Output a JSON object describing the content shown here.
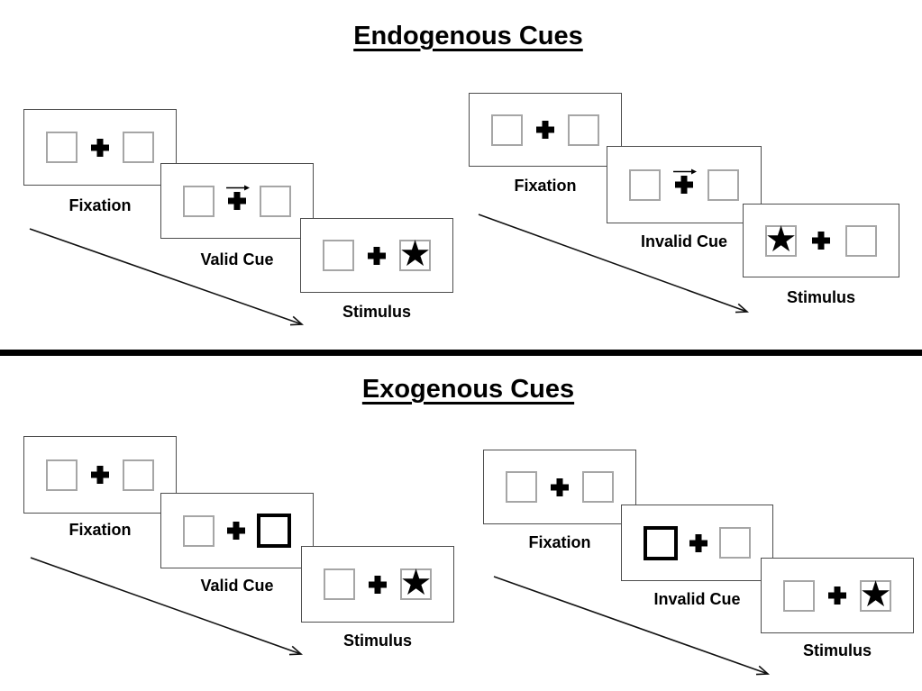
{
  "diagram_type": "Posner spatial cueing paradigm",
  "glyphs": {
    "star": "★",
    "cross": "+",
    "cue_arrow_direction": "right"
  },
  "colors": {
    "background": "#ffffff",
    "ink": "#000000",
    "panel_border": "#4d4d4d",
    "placeholder_box_border": "#a6a6a6",
    "cue_box_border": "#000000",
    "divider": "#000000"
  },
  "sections": [
    {
      "id": "endogenous",
      "title": "Endogenous Cues",
      "trials": [
        {
          "id": "valid",
          "frames": [
            {
              "label": "Fixation",
              "left_box": "empty",
              "center": "cross",
              "right_box": "empty"
            },
            {
              "label": "Valid Cue",
              "left_box": "empty",
              "center": "right-arrow-over-cross",
              "right_box": "empty"
            },
            {
              "label": "Stimulus",
              "left_box": "empty",
              "center": "cross",
              "right_box": "star"
            }
          ]
        },
        {
          "id": "invalid",
          "frames": [
            {
              "label": "Fixation",
              "left_box": "empty",
              "center": "cross",
              "right_box": "empty"
            },
            {
              "label": "Invalid Cue",
              "left_box": "empty",
              "center": "right-arrow-over-cross",
              "right_box": "empty"
            },
            {
              "label": "Stimulus",
              "left_box": "star",
              "center": "cross",
              "right_box": "empty"
            }
          ]
        }
      ]
    },
    {
      "id": "exogenous",
      "title": "Exogenous Cues",
      "trials": [
        {
          "id": "valid",
          "frames": [
            {
              "label": "Fixation",
              "left_box": "empty",
              "center": "cross",
              "right_box": "empty"
            },
            {
              "label": "Valid Cue",
              "left_box": "empty",
              "center": "cross",
              "right_box": "thick-outline"
            },
            {
              "label": "Stimulus",
              "left_box": "empty",
              "center": "cross",
              "right_box": "star"
            }
          ]
        },
        {
          "id": "invalid",
          "frames": [
            {
              "label": "Fixation",
              "left_box": "empty",
              "center": "cross",
              "right_box": "empty"
            },
            {
              "label": "Invalid Cue",
              "left_box": "thick-outline",
              "center": "cross",
              "right_box": "empty"
            },
            {
              "label": "Stimulus",
              "left_box": "empty",
              "center": "cross",
              "right_box": "star"
            }
          ]
        }
      ]
    }
  ]
}
